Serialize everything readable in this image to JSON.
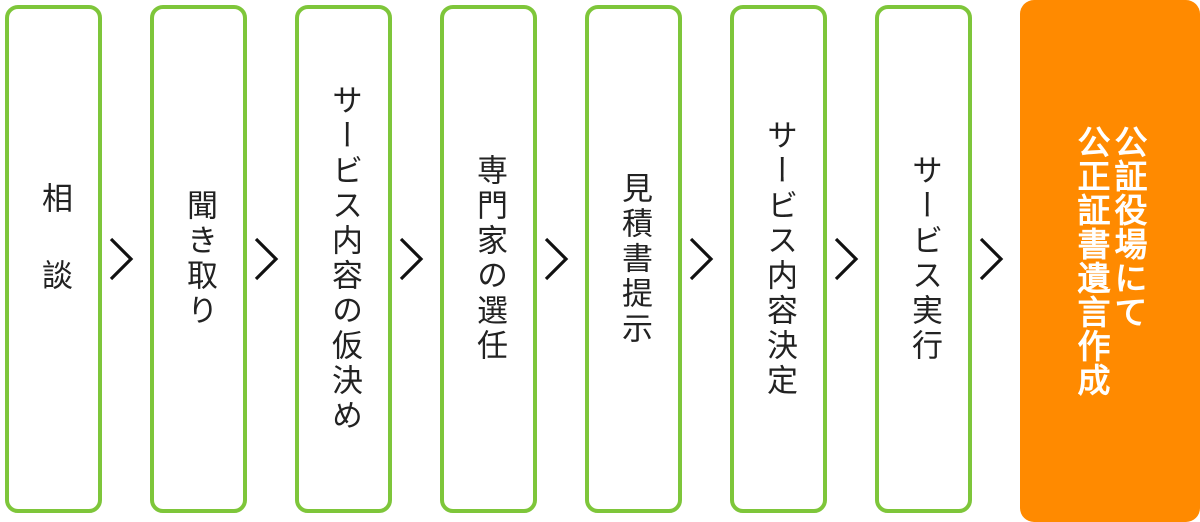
{
  "steps": [
    {
      "label": "相談"
    },
    {
      "label": "聞き取り"
    },
    {
      "label": "サービス内容の仮決め"
    },
    {
      "label": "専門家の選任"
    },
    {
      "label": "見積書提示"
    },
    {
      "label": "サービス内容決定"
    },
    {
      "label": "サービス実行"
    }
  ],
  "final_step": {
    "line1": "公証役場にて",
    "line2": "公正証書遺言作成"
  },
  "colors": {
    "step_border": "#7ec63a",
    "final_fill": "#ff8a00",
    "arrow": "#111111",
    "text": "#222222"
  },
  "icons": {
    "connector": "chevron-right-icon"
  }
}
